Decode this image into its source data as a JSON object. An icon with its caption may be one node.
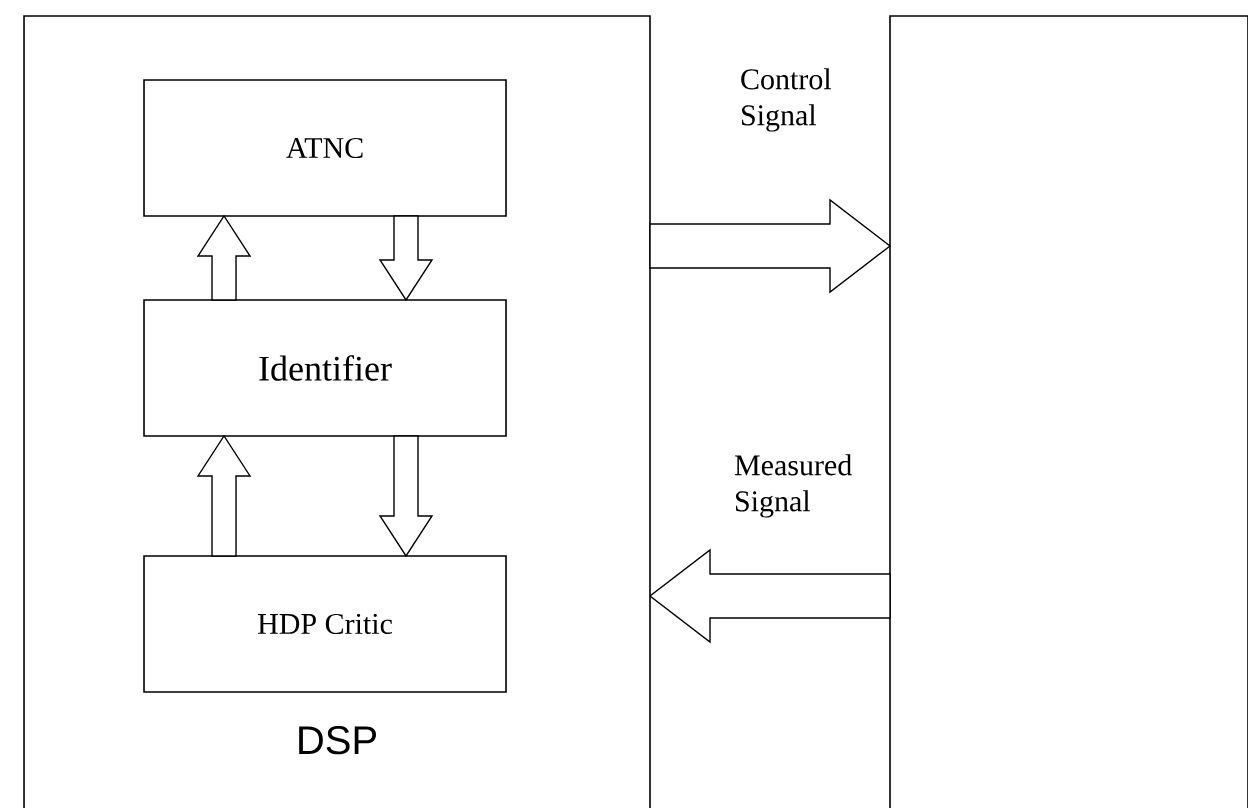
{
  "diagram": {
    "nodes": [
      {
        "text": [
          "DSP"
        ]
      },
      {
        "text": [
          "ATNC"
        ],
        "in": 0
      },
      {
        "text": [
          "Identifier"
        ],
        "in": 0
      },
      {
        "text": [
          "HDP Critic"
        ],
        "in": 0
      },
      {
        "text": [],
        "shape": "box"
      }
    ],
    "edges": [
      {
        "from": 2,
        "to": 1,
        "arrow": "to"
      },
      {
        "from": 1,
        "to": 2,
        "arrow": "to"
      },
      {
        "from": 3,
        "to": 2,
        "arrow": "to"
      },
      {
        "from": 2,
        "to": 3,
        "arrow": "to"
      },
      {
        "from": 0,
        "to": 4,
        "arrow": "to",
        "label": "Control Signal"
      },
      {
        "from": 4,
        "to": 0,
        "arrow": "to",
        "label": "Measured Signal"
      }
    ]
  }
}
